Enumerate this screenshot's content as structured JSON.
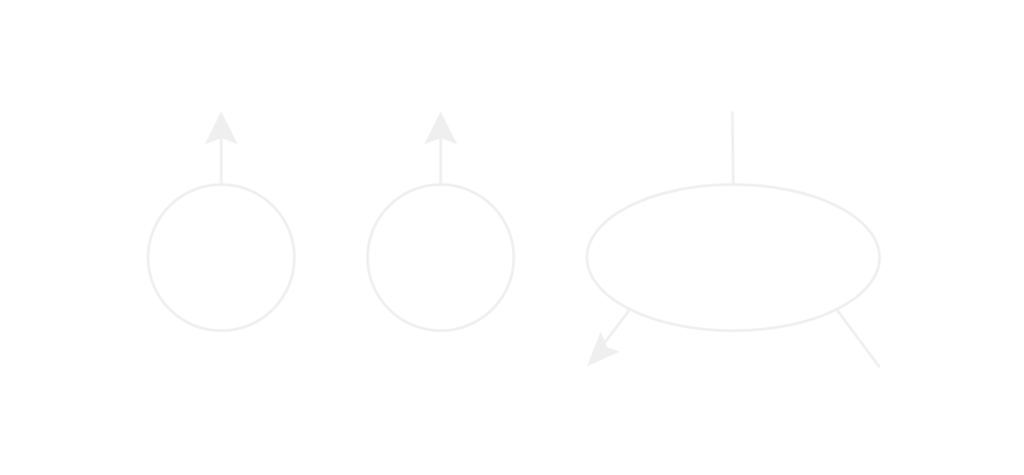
{
  "diagram": {
    "stroke_color": "#efefef",
    "background_color": "#ffffff",
    "nodes": [
      {
        "id": "circle-a",
        "shape": "circle"
      },
      {
        "id": "circle-b",
        "shape": "circle"
      },
      {
        "id": "ellipse-c",
        "shape": "ellipse"
      }
    ],
    "edges": [
      {
        "from": "circle-a",
        "direction": "up",
        "arrowhead": true
      },
      {
        "from": "circle-b",
        "direction": "up",
        "arrowhead": true
      },
      {
        "from": "ellipse-c",
        "direction": "up",
        "arrowhead": false
      },
      {
        "from": "ellipse-c",
        "direction": "down-left",
        "arrowhead": true
      },
      {
        "from": "ellipse-c",
        "direction": "down-right",
        "arrowhead": false
      }
    ]
  }
}
